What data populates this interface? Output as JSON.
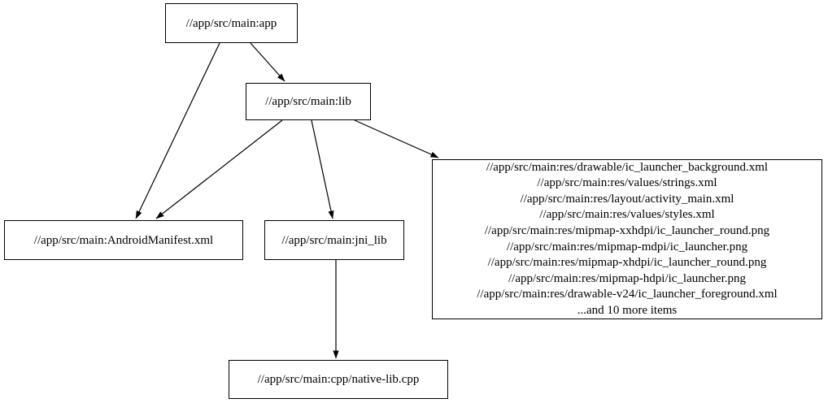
{
  "diagram": {
    "type": "dependency-graph",
    "background_color": "#ffffff",
    "node_border_color": "#000000",
    "edge_color": "#000000",
    "text_color": "#000000",
    "nodes": {
      "app": {
        "label": "//app/src/main:app"
      },
      "lib": {
        "label": "//app/src/main:lib"
      },
      "manifest": {
        "label": "//app/src/main:AndroidManifest.xml"
      },
      "jni_lib": {
        "label": "//app/src/main:jni_lib"
      },
      "cpp": {
        "label": "//app/src/main:cpp/native-lib.cpp"
      },
      "resources": {
        "lines": [
          "//app/src/main:res/drawable/ic_launcher_background.xml",
          "//app/src/main:res/values/strings.xml",
          "//app/src/main:res/layout/activity_main.xml",
          "//app/src/main:res/values/styles.xml",
          "//app/src/main:res/mipmap-xxhdpi/ic_launcher_round.png",
          "//app/src/main:res/mipmap-mdpi/ic_launcher.png",
          "//app/src/main:res/mipmap-xhdpi/ic_launcher_round.png",
          "//app/src/main:res/mipmap-hdpi/ic_launcher.png",
          "//app/src/main:res/drawable-v24/ic_launcher_foreground.xml",
          "...and 10 more items"
        ]
      }
    },
    "edges": [
      {
        "from": "//app/src/main:app",
        "to": "//app/src/main:AndroidManifest.xml"
      },
      {
        "from": "//app/src/main:app",
        "to": "//app/src/main:lib"
      },
      {
        "from": "//app/src/main:lib",
        "to": "//app/src/main:AndroidManifest.xml"
      },
      {
        "from": "//app/src/main:lib",
        "to": "//app/src/main:jni_lib"
      },
      {
        "from": "//app/src/main:lib",
        "to": "resources-group"
      },
      {
        "from": "//app/src/main:jni_lib",
        "to": "//app/src/main:cpp/native-lib.cpp"
      }
    ]
  }
}
